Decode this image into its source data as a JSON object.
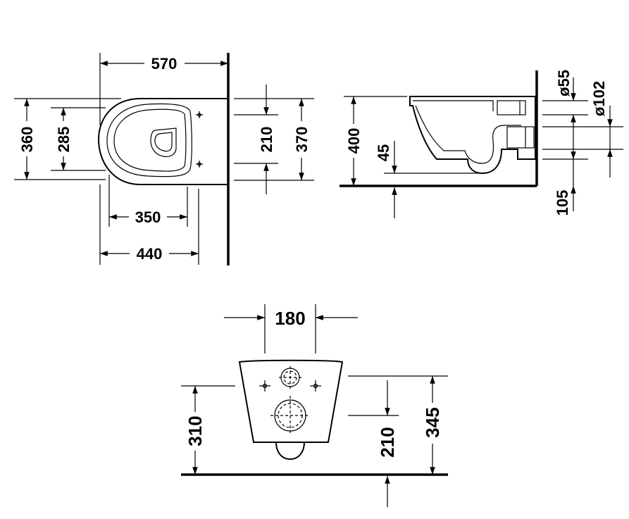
{
  "dimensions": {
    "top_view": {
      "width_570": "570",
      "height_360": "360",
      "height_285": "285",
      "depth_350": "350",
      "depth_440": "440",
      "height_210": "210",
      "height_370": "370"
    },
    "side_view": {
      "height_400": "400",
      "height_45": "45",
      "diameter_55": "ø55",
      "diameter_102": "ø102",
      "height_105": "105"
    },
    "rear_view": {
      "width_180": "180",
      "height_310": "310",
      "height_210": "210",
      "height_345": "345"
    }
  }
}
